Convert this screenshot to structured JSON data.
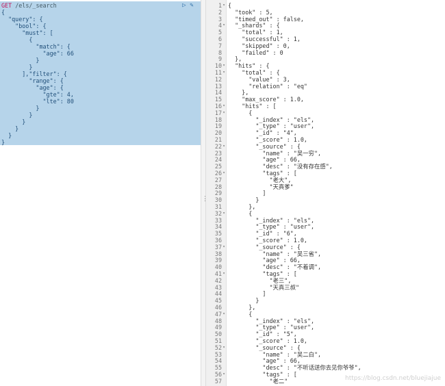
{
  "request": {
    "method": "GET",
    "path": "/els/_search",
    "lines": [
      "{",
      "  \"query\": {",
      "    \"bool\": {",
      "      \"must\": [",
      "        {",
      "          \"match\": {",
      "            \"age\": 66",
      "          }",
      "        }",
      "      ],\"filter\": {",
      "        \"range\": {",
      "          \"age\": {",
      "            \"gte\": 4,",
      "            \"lte\": 80",
      "          }",
      "        }",
      "      }",
      "    }",
      "  }",
      "}"
    ]
  },
  "response": {
    "lines": [
      "{",
      "  \"took\" : 5,",
      "  \"timed_out\" : false,",
      "  \"_shards\" : {",
      "    \"total\" : 1,",
      "    \"successful\" : 1,",
      "    \"skipped\" : 0,",
      "    \"failed\" : 0",
      "  },",
      "  \"hits\" : {",
      "    \"total\" : {",
      "      \"value\" : 3,",
      "      \"relation\" : \"eq\"",
      "    },",
      "    \"max_score\" : 1.0,",
      "    \"hits\" : [",
      "      {",
      "        \"_index\" : \"els\",",
      "        \"_type\" : \"user\",",
      "        \"_id\" : \"4\",",
      "        \"_score\" : 1.0,",
      "        \"_source\" : {",
      "          \"name\" : \"吴一穷\",",
      "          \"age\" : 66,",
      "          \"desc\" : \"没有存在感\",",
      "          \"tags\" : [",
      "            \"老大\",",
      "            \"天真爹\"",
      "          ]",
      "        }",
      "      },",
      "      {",
      "        \"_index\" : \"els\",",
      "        \"_type\" : \"user\",",
      "        \"_id\" : \"6\",",
      "        \"_score\" : 1.0,",
      "        \"_source\" : {",
      "          \"name\" : \"吴三省\",",
      "          \"age\" : 66,",
      "          \"desc\" : \"不着调\",",
      "          \"tags\" : [",
      "            \"老三\",",
      "            \"天真三叔\"",
      "          ]",
      "        }",
      "      },",
      "      {",
      "        \"_index\" : \"els\",",
      "        \"_type\" : \"user\",",
      "        \"_id\" : \"5\",",
      "        \"_score\" : 1.0,",
      "        \"_source\" : {",
      "          \"name\" : \"吴二白\",",
      "          \"age\" : 66,",
      "          \"desc\" : \"不听话送你去见你爷爷\",",
      "          \"tags\" : [",
      "            \"老二\""
    ],
    "fold_lines": [
      1,
      4,
      10,
      11,
      16,
      17,
      22,
      26,
      32,
      37,
      41,
      47,
      52,
      56
    ]
  },
  "watermark": "https://blog.csdn.net/bluejiajue"
}
